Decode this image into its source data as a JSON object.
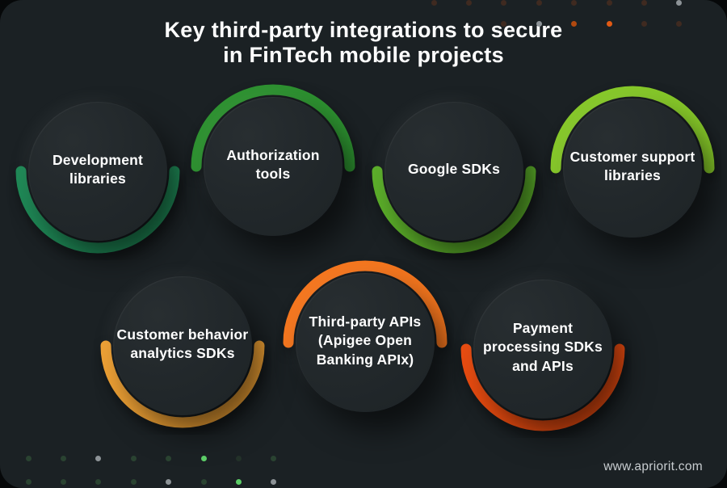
{
  "title": {
    "line1": "Key third-party integrations to secure",
    "line2": "in FinTech mobile projects"
  },
  "footer": {
    "website": "www.apriorit.com"
  },
  "colors": {
    "card_background": "#1b2124",
    "outer_background": "#060809",
    "title_text": "#ffffff",
    "bubble_text": "#ffffff",
    "footer_text": "#c8cdd0"
  },
  "integrations": [
    {
      "id": "development-libraries",
      "label": "Development libraries",
      "lines": [
        "Development",
        "libraries"
      ],
      "arc_color": "#1f8a57",
      "arc_position": "bottom"
    },
    {
      "id": "authorization-tools",
      "label": "Authorization tools",
      "lines": [
        "Authorization",
        "tools"
      ],
      "arc_color": "#2d9130",
      "arc_position": "top"
    },
    {
      "id": "google-sdks",
      "label": "Google SDKs",
      "lines": [
        "Google SDKs"
      ],
      "arc_color": "#5cb02a",
      "arc_position": "bottom"
    },
    {
      "id": "customer-support-libraries",
      "label": "Customer support libraries",
      "lines": [
        "Customer support",
        "libraries"
      ],
      "arc_color": "#86c829",
      "arc_position": "top"
    },
    {
      "id": "customer-behavior-analytics-sdks",
      "label": "Customer behavior analytics SDKs",
      "lines": [
        "Customer behavior",
        "analytics SDKs"
      ],
      "arc_color": "#f0a235",
      "arc_position": "bottom"
    },
    {
      "id": "third-party-apis",
      "label": "Third-party APIs (Apigee Open Banking APIx)",
      "lines": [
        "Third-party APIs",
        "(Apigee Open",
        "Banking APIx)"
      ],
      "arc_color": "#f5761e",
      "arc_position": "top"
    },
    {
      "id": "payment-processing-sdks-and-apis",
      "label": "Payment processing SDKs and APIs",
      "lines": [
        "Payment",
        "processing SDKs",
        "and APIs"
      ],
      "arc_color": "#eb4c10",
      "arc_position": "bottom"
    }
  ],
  "decor": {
    "palette": {
      "rust": "#3f2a20",
      "orange_dim": "#b1490f",
      "orange": "#e25a14",
      "gray": "#8d9397",
      "dark_green": "#2a4331",
      "green": "#5ccd67",
      "faint_green": "#233129"
    },
    "top_right_rows": [
      {
        "offset": 0,
        "colors": [
          "rust",
          "rust",
          "rust",
          "rust",
          "rust",
          "rust",
          "rust",
          "gray"
        ]
      },
      {
        "offset": 2,
        "colors": [
          "rust",
          "gray",
          "orange_dim",
          "orange",
          "rust",
          "rust"
        ]
      }
    ],
    "bottom_left_rows": [
      {
        "offset": 0,
        "colors": [
          "dark_green",
          "dark_green",
          "gray",
          "dark_green",
          "dark_green",
          "green",
          "faint_green",
          "dark_green"
        ]
      },
      {
        "offset": 0,
        "colors": [
          "dark_green",
          "dark_green",
          "dark_green",
          "dark_green",
          "gray",
          "dark_green",
          "green",
          "gray"
        ]
      }
    ]
  }
}
